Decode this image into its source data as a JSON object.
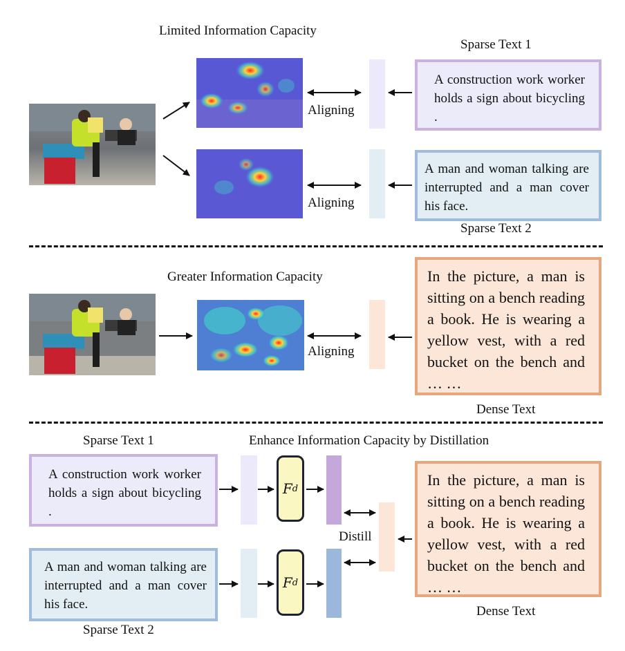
{
  "section1": {
    "title": "Limited  Information Capacity",
    "sparse_text_1_label": "Sparse Text 1",
    "sparse_text_2_label": "Sparse Text 2",
    "aligning_1": "Aligning",
    "aligning_2": "Aligning",
    "sparse_text_1": "A construction work worker holds a sign about bicycling .",
    "sparse_text_2": "A man and woman talking are interrupted and a man cover his face."
  },
  "section2": {
    "title": "Greater Information Capacity",
    "aligning": "Aligning",
    "dense_text": "In the picture, a man is sitting on a bench reading a book. He is wearing a yellow vest, with a red bucket on the bench and … …",
    "dense_text_label": "Dense Text"
  },
  "section3": {
    "title": "Enhance Information Capacity by Distillation",
    "sparse_text_1_label": "Sparse Text 1",
    "sparse_text_2_label": "Sparse Text 2",
    "sparse_text_1": "A construction work worker holds a sign about bicycling .",
    "sparse_text_2": "A man and woman talking are interrupted and a man cover his face.",
    "distill": "Distill",
    "dense_text": "In the picture, a man is sitting on a bench reading a book. He is wearing a yellow vest, with a red bucket on the bench and … …",
    "dense_text_label": "Dense Text",
    "module_symbol": "F",
    "module_subscript": "d"
  },
  "colors": {
    "sparse1_fill": "#ecebfa",
    "sparse1_border": "#c9b2e0",
    "sparse2_fill": "#e2eef4",
    "sparse2_border": "#9fbcdc",
    "dense_fill": "#fce6d8",
    "dense_border": "#e6a77f",
    "module_fill": "#fbf7c2"
  }
}
